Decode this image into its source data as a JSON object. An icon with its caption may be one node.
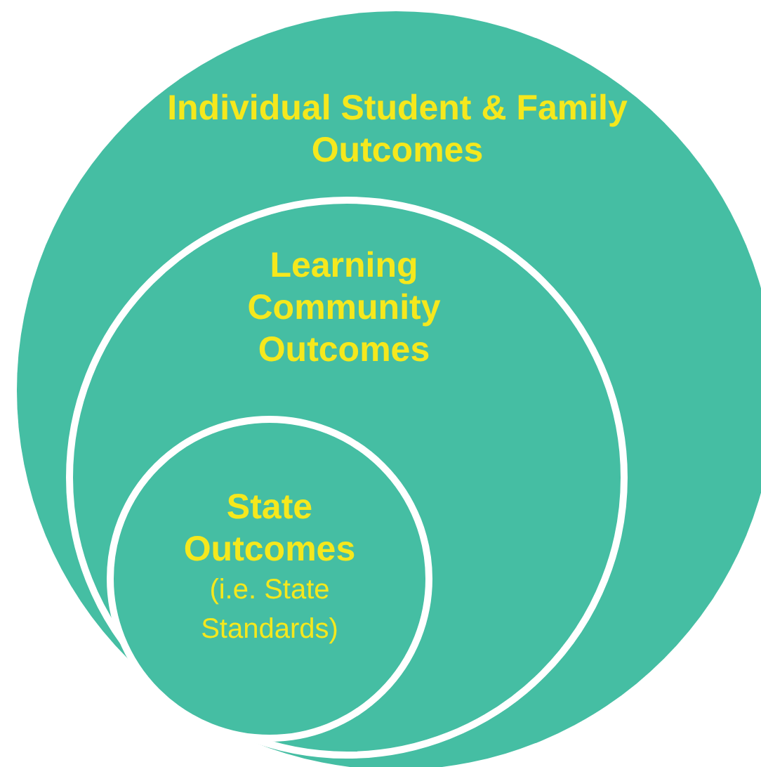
{
  "diagram": {
    "nodes": [
      {
        "text": [
          "Individual Student & Family Outcomes"
        ]
      },
      {
        "text": [
          "Learning Community Outcomes"
        ],
        "in": 0
      },
      {
        "text": [
          "State Outcomes",
          "(i.e. State Standards)"
        ],
        "in": 1
      }
    ]
  }
}
